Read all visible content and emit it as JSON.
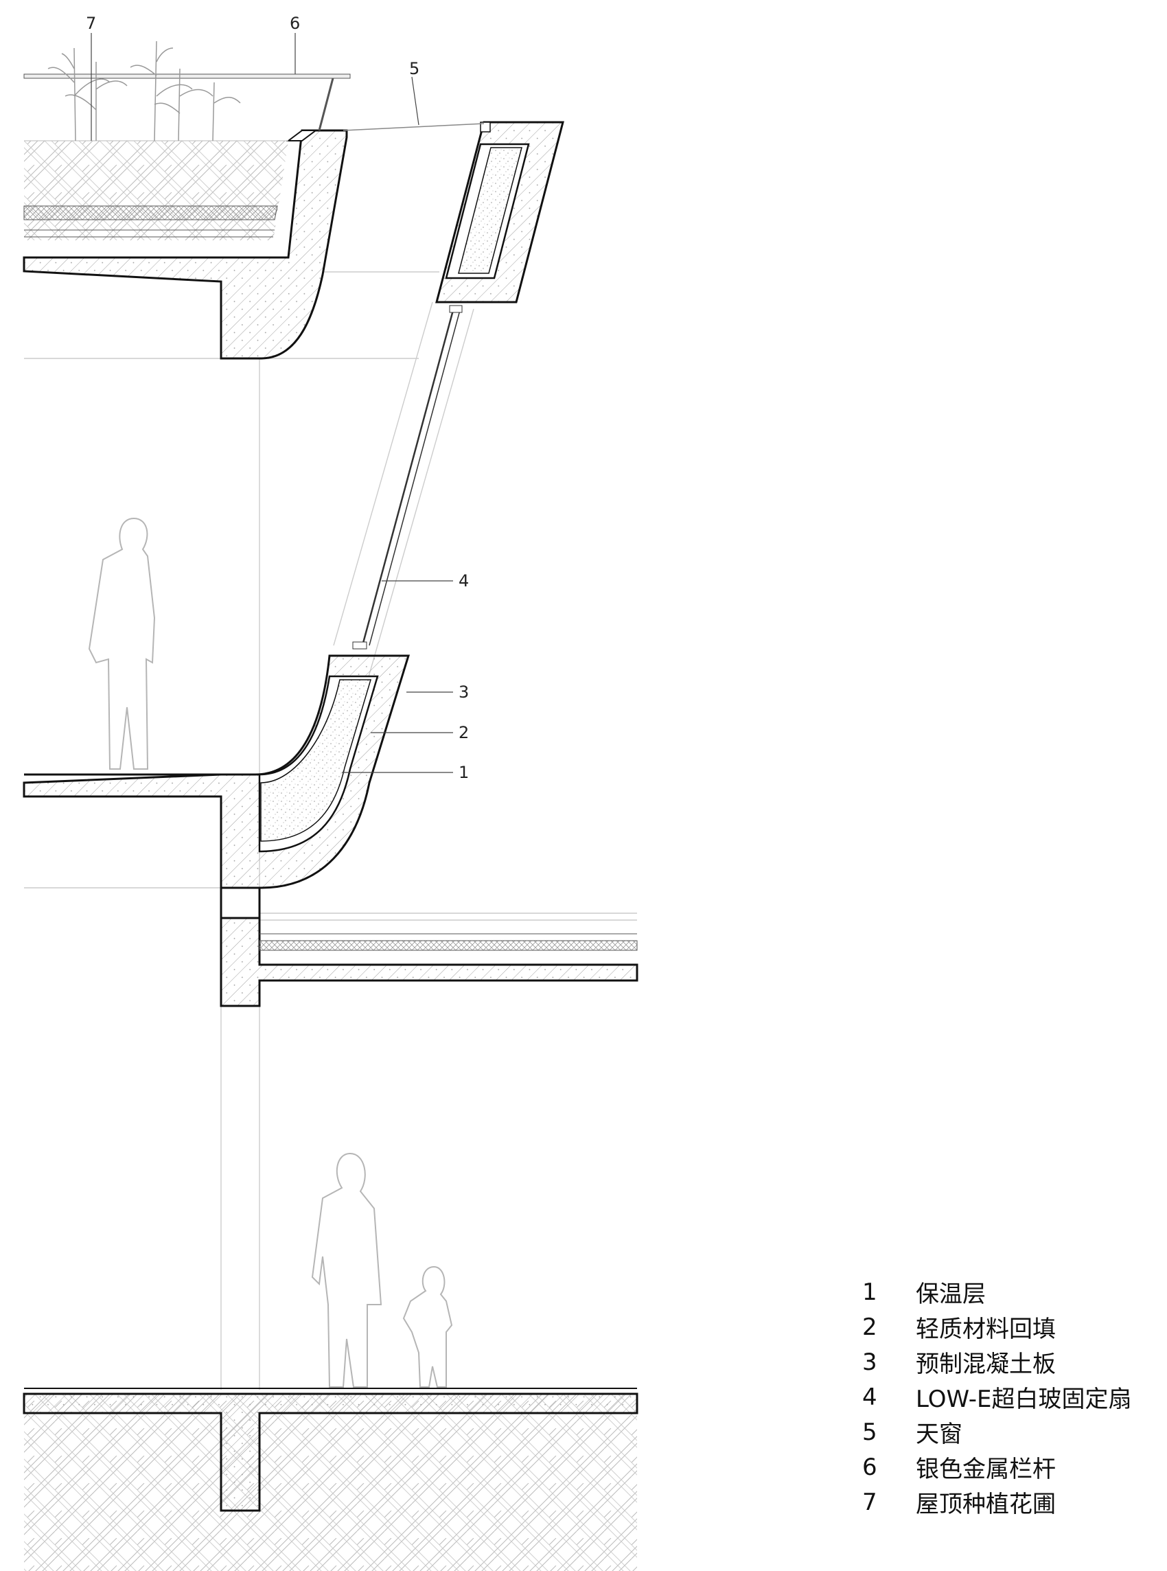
{
  "callouts": [
    {
      "num": "7"
    },
    {
      "num": "6"
    },
    {
      "num": "5"
    },
    {
      "num": "4"
    },
    {
      "num": "3"
    },
    {
      "num": "2"
    },
    {
      "num": "1"
    }
  ],
  "legend": [
    {
      "num": "1",
      "text": "保温层"
    },
    {
      "num": "2",
      "text": "轻质材料回填"
    },
    {
      "num": "3",
      "text": "预制混凝土板"
    },
    {
      "num": "4",
      "text": "LOW-E超白玻固定扇"
    },
    {
      "num": "5",
      "text": "天窗"
    },
    {
      "num": "6",
      "text": "银色金属栏杆"
    },
    {
      "num": "7",
      "text": "屋顶种植花圃"
    }
  ],
  "colors": {
    "line": "#111111",
    "guide": "#c8c8c8",
    "hatch": "#9a9a9a",
    "figure": "#b0b0b0",
    "background": "#ffffff"
  }
}
